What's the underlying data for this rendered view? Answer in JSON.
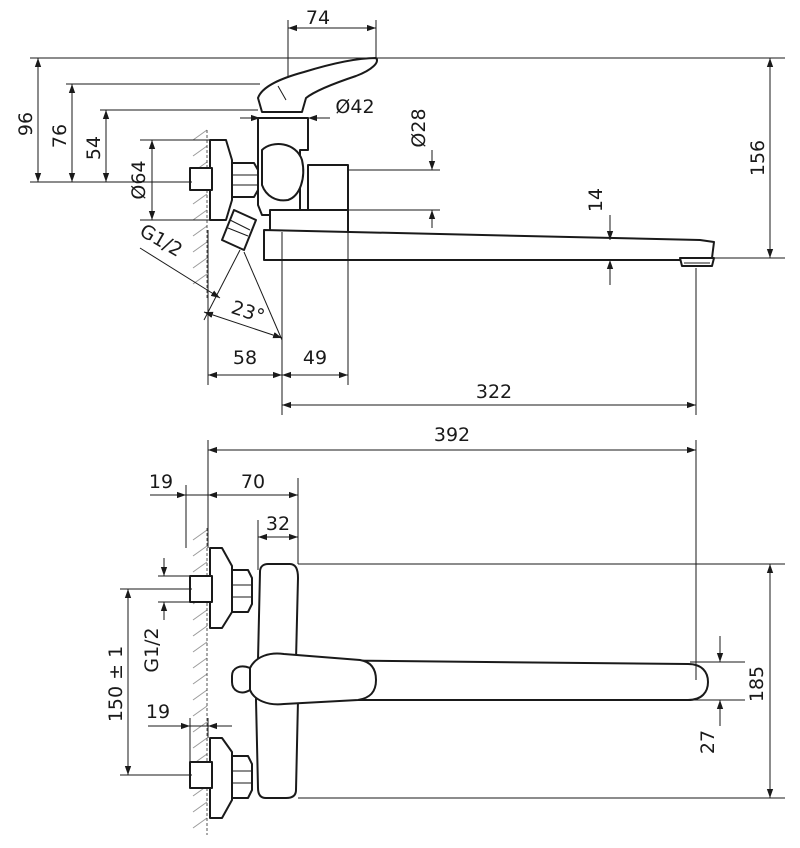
{
  "side_view": {
    "dims": {
      "handle_width": "74",
      "height_96": "96",
      "height_76": "76",
      "height_54": "54",
      "diameter_64": "Ø64",
      "diameter_42": "Ø42",
      "diameter_28": "Ø28",
      "height_156": "156",
      "spout_14": "14",
      "thread": "G1/2",
      "angle": "23°",
      "depth_58": "58",
      "depth_49": "49",
      "reach_322": "322"
    }
  },
  "top_view": {
    "dims": {
      "total_392": "392",
      "offset_19_top": "19",
      "offset_70": "70",
      "width_32": "32",
      "thread": "G1/2",
      "centers": "150 ± 1",
      "offset_19_bottom": "19",
      "height_185": "185",
      "height_27": "27"
    }
  }
}
